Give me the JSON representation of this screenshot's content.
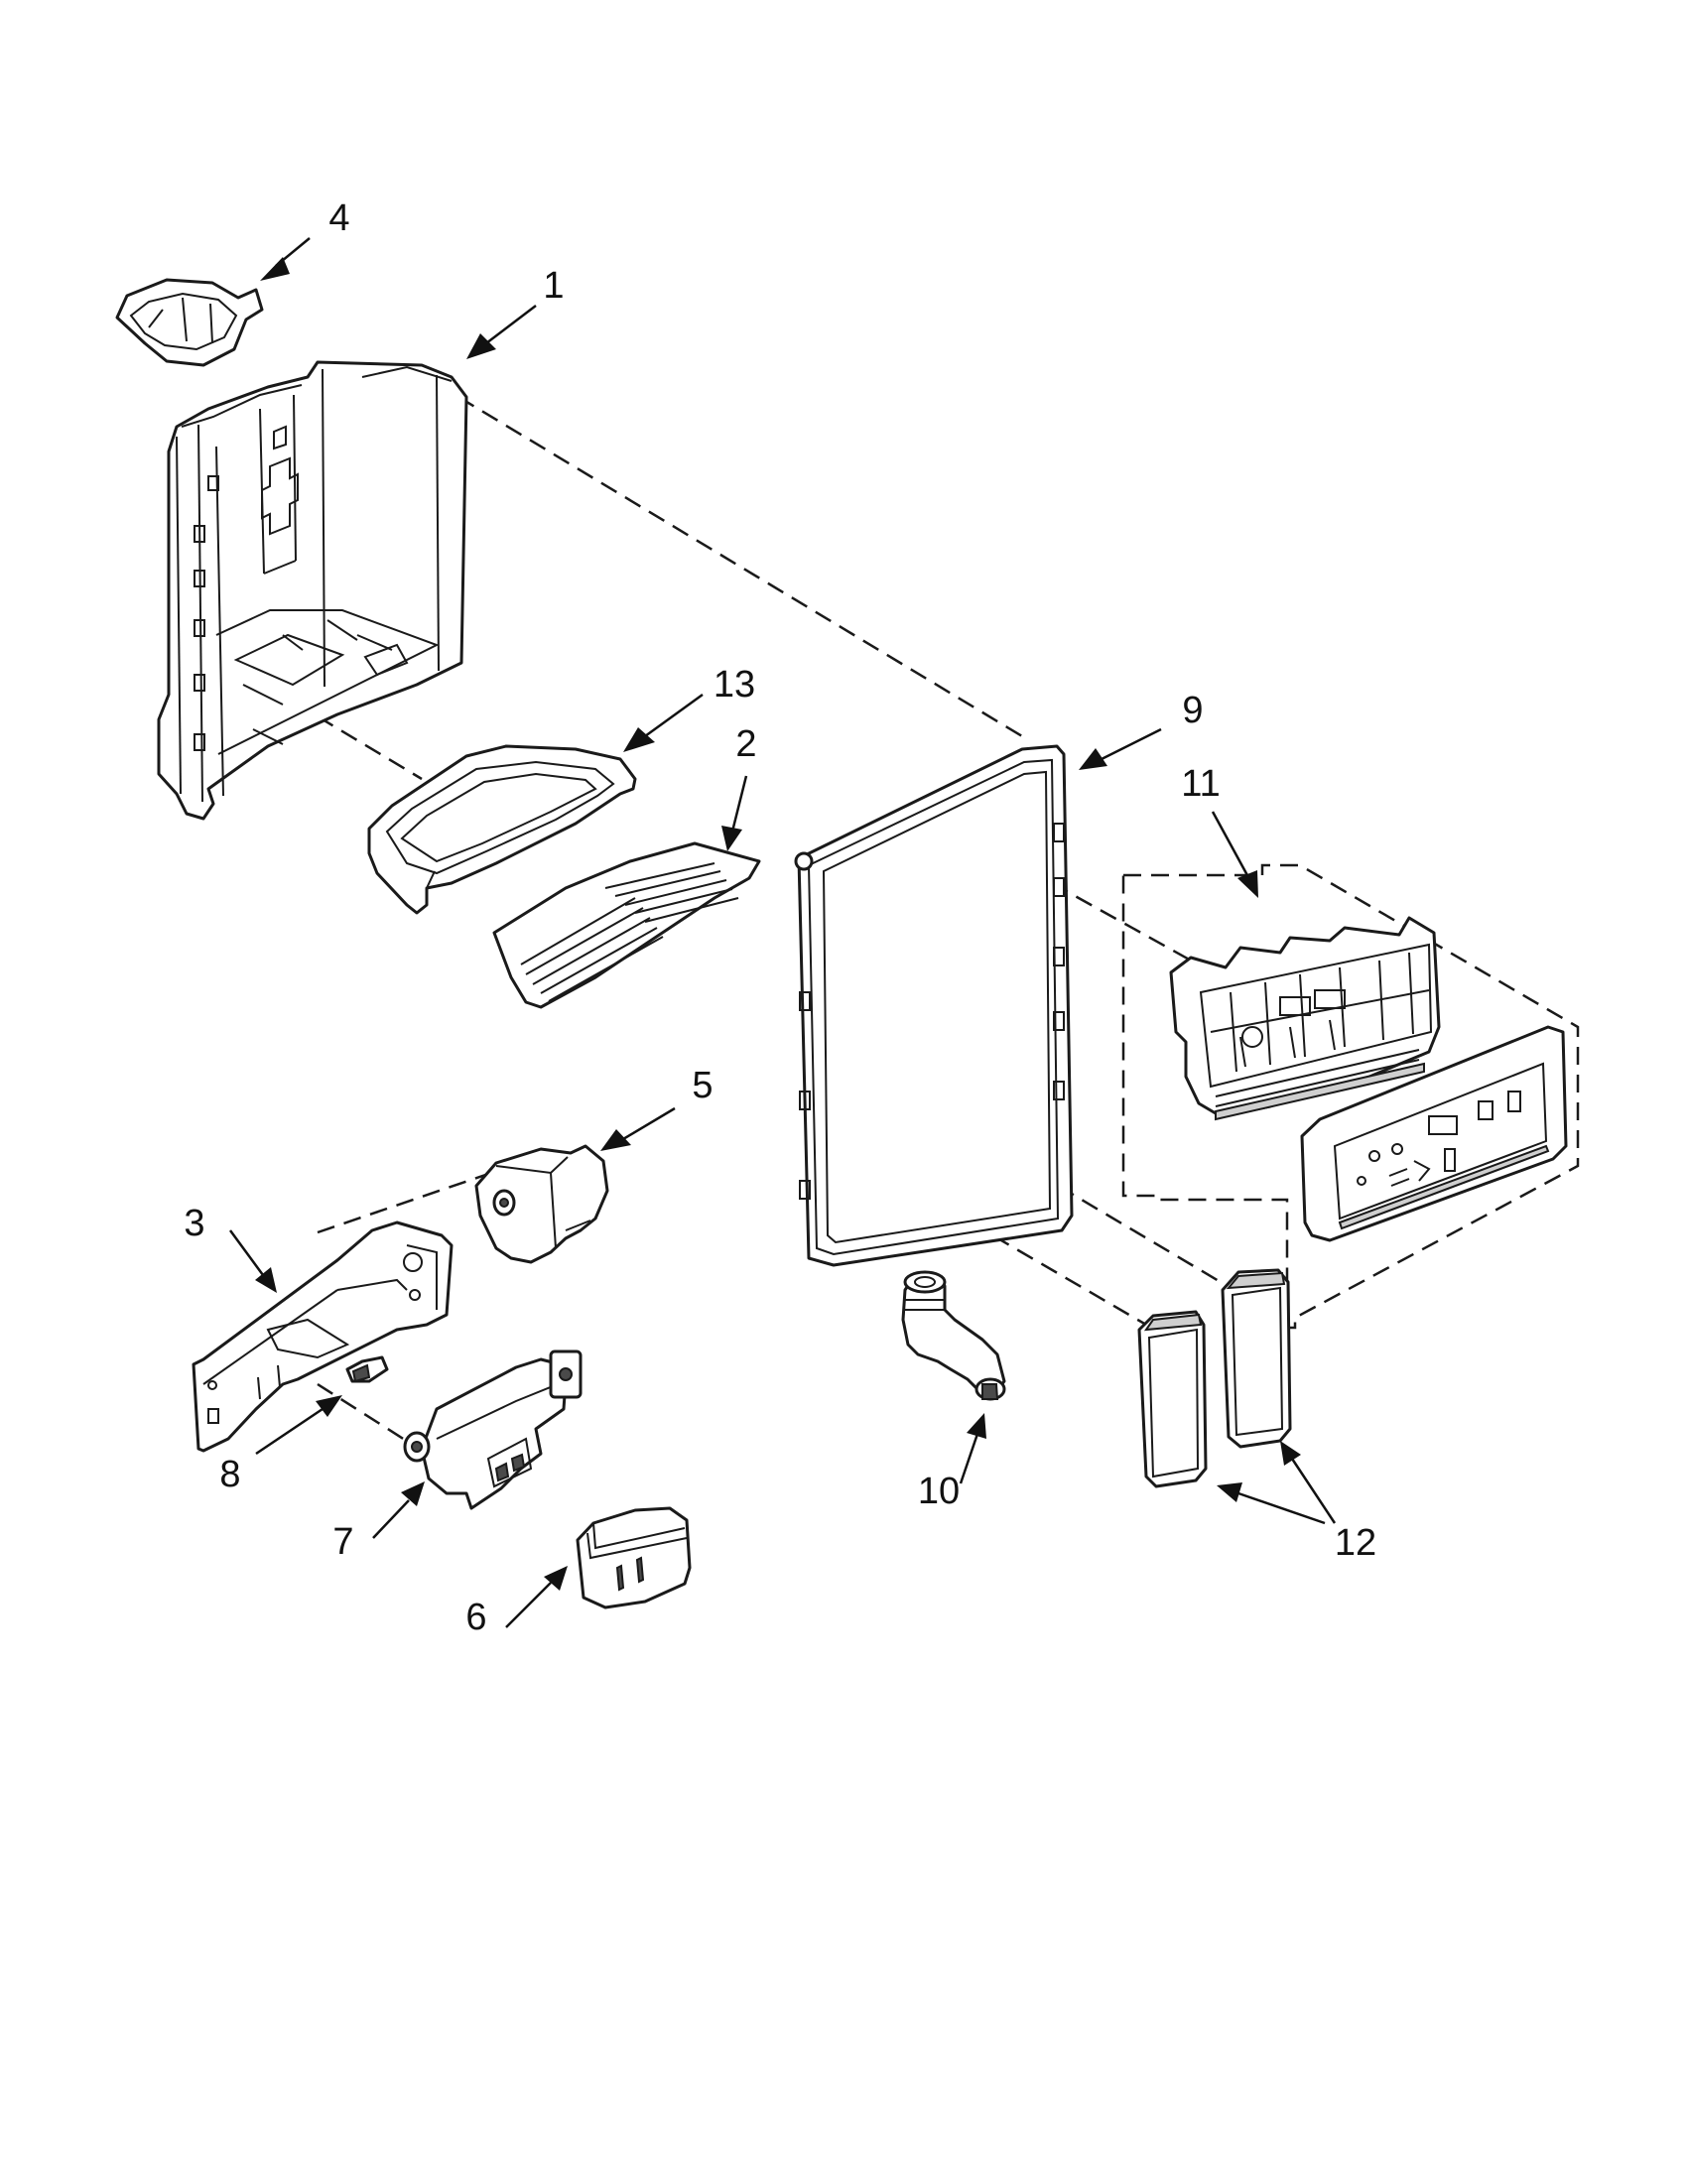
{
  "callouts": [
    {
      "id": "4",
      "label": "4"
    },
    {
      "id": "1",
      "label": "1"
    },
    {
      "id": "13",
      "label": "13"
    },
    {
      "id": "2",
      "label": "2"
    },
    {
      "id": "9",
      "label": "9"
    },
    {
      "id": "11",
      "label": "11"
    },
    {
      "id": "5",
      "label": "5"
    },
    {
      "id": "3",
      "label": "3"
    },
    {
      "id": "8",
      "label": "8"
    },
    {
      "id": "7",
      "label": "7"
    },
    {
      "id": "6",
      "label": "6"
    },
    {
      "id": "10",
      "label": "10"
    },
    {
      "id": "12",
      "label": "12"
    }
  ]
}
